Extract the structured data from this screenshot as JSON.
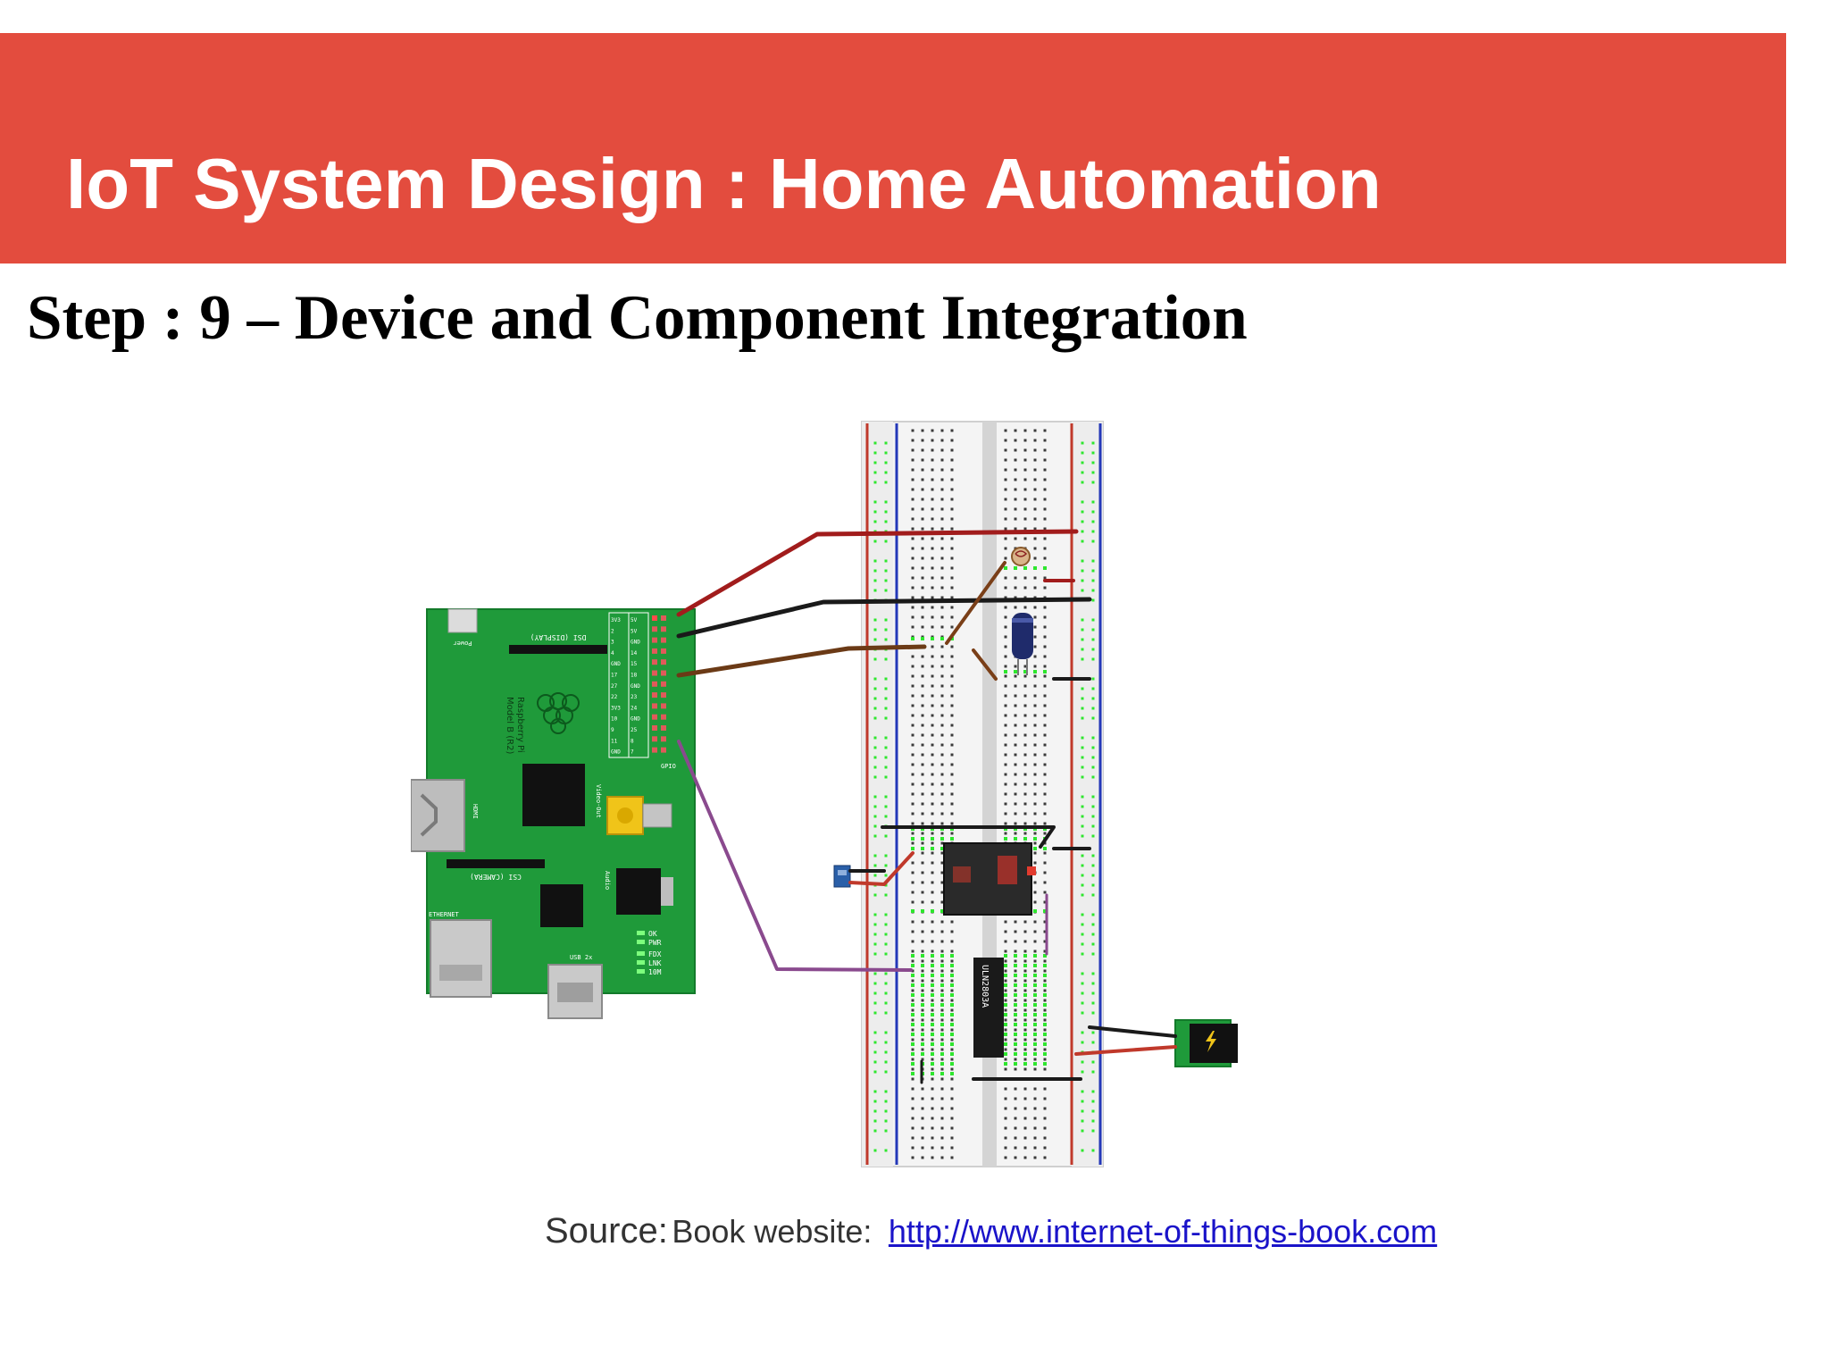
{
  "slide": {
    "title": "IoT System Design : Home Automation",
    "subtitle": "Step : 9 – Device and Component Integration",
    "colors": {
      "title_bar": "#e34c3e",
      "title_text": "#ffffff",
      "link": "#1a13c9"
    }
  },
  "diagram": {
    "pi_labels": {
      "power": "Power",
      "dsi": "DSI (DISPLAY)",
      "brand": "Raspberry Pi",
      "model": "Model B (R2)",
      "hdmi": "HDMI",
      "csi": "CSI (CAMERA)",
      "ethernet": "ETHERNET",
      "usb": "USB 2x",
      "video": "Video-Out",
      "audio": "Audio",
      "gpio": "GPIO",
      "leds": [
        "OK",
        "PWR",
        "FDX",
        "LNK",
        "10M"
      ]
    },
    "gpio_left": [
      "3V3",
      "2",
      "3",
      "4",
      "GND",
      "17",
      "27",
      "22",
      "3V3",
      "10",
      "9",
      "11",
      "GND"
    ],
    "gpio_right": [
      "5V",
      "5V",
      "GND",
      "14",
      "15",
      "18",
      "GND",
      "23",
      "24",
      "GND",
      "25",
      "8",
      "7"
    ],
    "ic_label": "ULN2803A"
  },
  "source": {
    "label": "Source:",
    "text": "Book website:",
    "link": "http://www.internet-of-things-book.com"
  }
}
